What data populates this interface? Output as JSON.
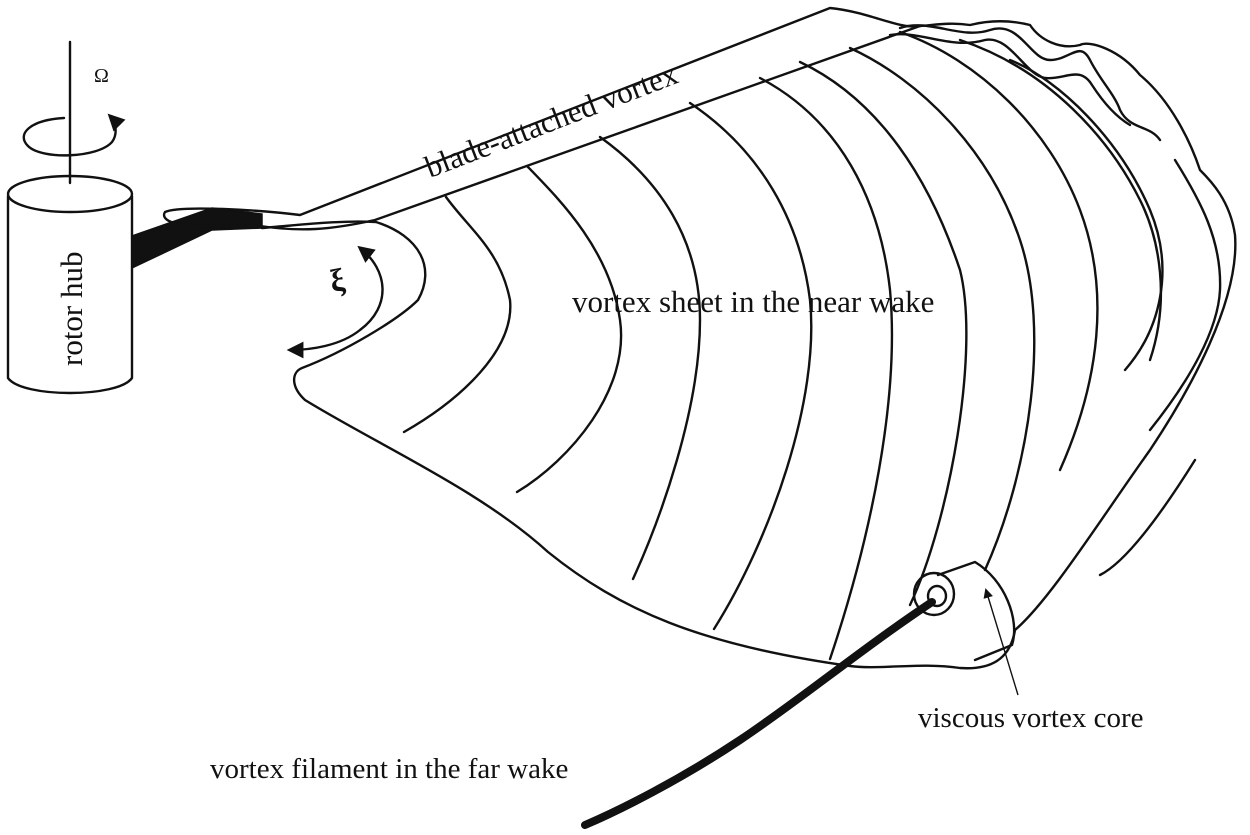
{
  "labels": {
    "omega": "Ω",
    "rotor_hub": "rotor hub",
    "xi": "ξ",
    "blade_attached_vortex": "blade-attached vortex",
    "near_wake_sheet": "vortex sheet in the near wake",
    "viscous_core": "viscous vortex core",
    "far_wake_filament": "vortex filament in the far wake"
  },
  "colors": {
    "stroke": "#111111",
    "background": "#ffffff"
  }
}
